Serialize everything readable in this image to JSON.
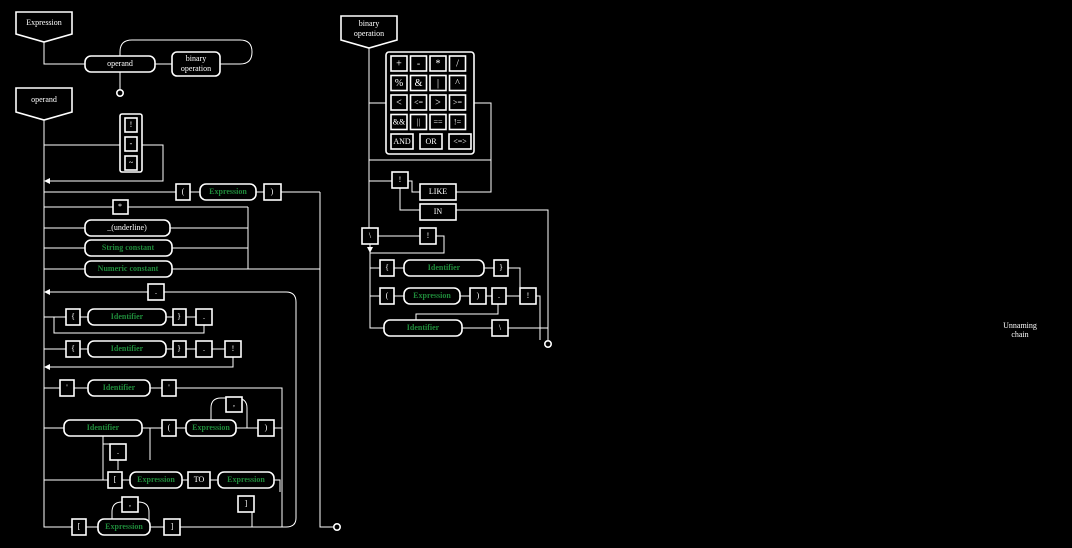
{
  "expr_title": "Expression",
  "operand_title": "operand",
  "binop_title": [
    "binary",
    "operation"
  ],
  "binop_ref": [
    "binary",
    "operation"
  ],
  "operand_ref": "operand",
  "unary_ops": [
    "!",
    "-",
    "~"
  ],
  "paren_open": "(",
  "paren_close": ")",
  "expression": "Expression",
  "star": "*",
  "underline": "_(underline)",
  "string_const": "String constant",
  "numeric_const": "Numeric constant",
  "dot": ".",
  "lbrace": "{",
  "rbrace": "}",
  "identifier": "Identifier",
  "bang": "!",
  "quote": "'",
  "comma": ",",
  "lbracket": "[",
  "rbracket": "]",
  "to": "TO",
  "binary_ops": [
    [
      "+",
      "-",
      "*",
      "/"
    ],
    [
      "%",
      "&",
      "|",
      "^"
    ],
    [
      "<",
      "<=",
      ">",
      ">="
    ],
    [
      "&&",
      "||",
      "==",
      "!="
    ],
    [
      "AND",
      "OR",
      "<=>"
    ]
  ],
  "like": "LIKE",
  "in": "IN",
  "backslash": "\\",
  "unnaming": [
    "Unnaming",
    "chain"
  ]
}
